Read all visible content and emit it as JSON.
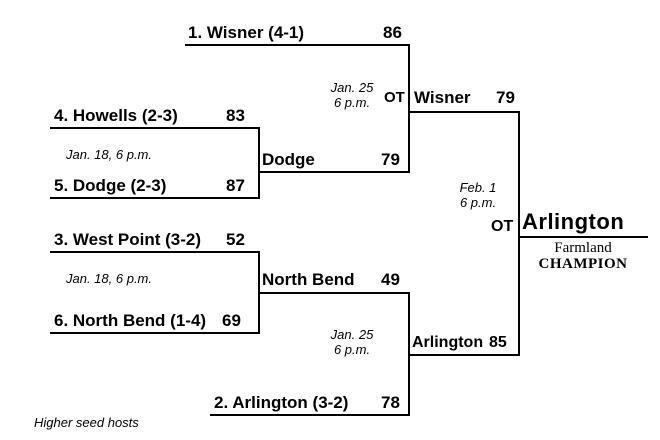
{
  "bracket": {
    "quarterfinals": {
      "game1": {
        "team_top": "4. Howells (2-3)",
        "score_top": "83",
        "team_bottom": "5. Dodge (2-3)",
        "score_bottom": "87",
        "date": "Jan. 18, 6 p.m."
      },
      "game2": {
        "team_top": "3. West Point (3-2)",
        "score_top": "52",
        "team_bottom": "6. North Bend (1-4)",
        "score_bottom": "69",
        "date": "Jan. 18, 6 p.m."
      }
    },
    "semifinals": {
      "game1": {
        "team_top": "1. Wisner (4-1)",
        "score_top": "86",
        "winner_bottom": "Dodge",
        "score_bottom": "79",
        "date_line1": "Jan. 25",
        "date_line2": "6 p.m."
      },
      "game2": {
        "winner_top": "North Bend",
        "score_top": "49",
        "team_bottom": "2. Arlington (3-2)",
        "score_bottom": "78",
        "date_line1": "Jan. 25",
        "date_line2": "6 p.m."
      }
    },
    "final": {
      "ot_top": "OT",
      "winner_top": "Wisner",
      "score_top": "79",
      "winner_bottom": "Arlington",
      "score_bottom": "85",
      "date_line1": "Feb. 1",
      "date_line2": "6 p.m."
    },
    "champion": {
      "ot": "OT",
      "name": "Arlington",
      "sponsor": "Farmland",
      "label": "CHAMPION"
    },
    "footnote": "Higher seed hosts"
  }
}
